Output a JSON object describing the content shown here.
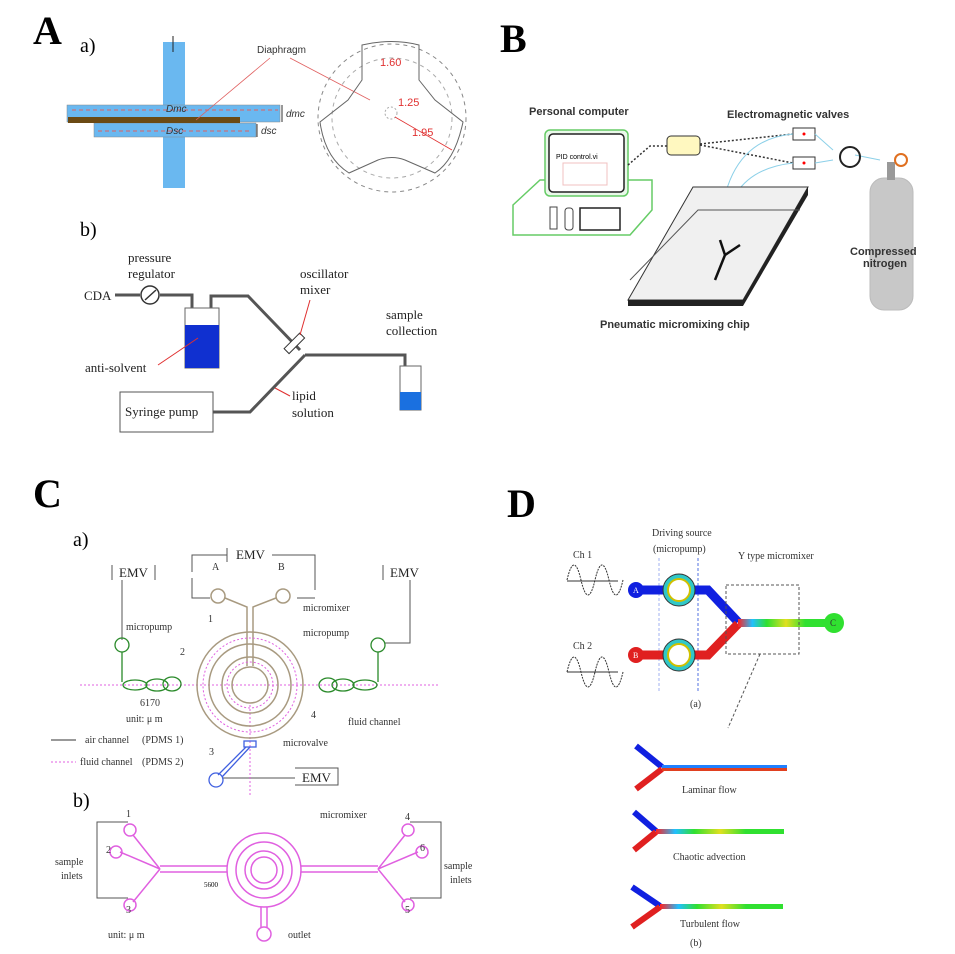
{
  "panelA": {
    "letter": "A",
    "a": {
      "label": "a)",
      "diaphragm": "Diaphragm",
      "D_mc": "Dmc",
      "D_sc": "Dsc",
      "d_mc": "dmc",
      "d_sc": "dsc",
      "dim1": "1.60",
      "dim2": "1.25",
      "dim3": "1.95"
    },
    "b": {
      "label": "b)",
      "pressure": "pressure",
      "regulator": "regulator",
      "cda": "CDA",
      "oscillator": "oscillator",
      "mixer": "mixer",
      "sample": "sample",
      "collection": "collection",
      "anti_solvent": "anti-solvent",
      "syringe_pump": "Syringe pump",
      "lipid": "lipid",
      "solution": "solution"
    }
  },
  "panelB": {
    "letter": "B",
    "personal_computer": "Personal computer",
    "valves": "Electromagnetic valves",
    "pid": "PID control.vi",
    "compressed": "Compressed",
    "nitrogen": "nitrogen",
    "chip": "Pneumatic micromixing chip"
  },
  "panelC": {
    "letter": "C",
    "a": {
      "label": "a)",
      "emv": "EMV",
      "inlet_a": "A",
      "inlet_b": "B",
      "micropump": "micropump",
      "micromixer": "micromixer",
      "n1": "1",
      "n2": "2",
      "n3": "3",
      "n4": "4",
      "dim": "6170",
      "unit": "unit: μ m",
      "air_channel": "air channel",
      "pdms1": "(PDMS 1)",
      "fluid_channel_legend": "fluid channel",
      "pdms2": "(PDMS 2)",
      "fluid_channel": "fluid channel",
      "microvalve": "microvalve"
    },
    "b": {
      "label": "b)",
      "micromixer": "micromixer",
      "n1": "1",
      "n2": "2",
      "n3": "3",
      "n4": "4",
      "n5": "5",
      "n6": "6",
      "sample": "sample",
      "inlets": "inlets",
      "dim": "5600",
      "unit": "unit: μ m",
      "outlet": "outlet"
    }
  },
  "panelD": {
    "letter": "D",
    "driving": "Driving source",
    "micropump": "(micropump)",
    "ch1": "Ch 1",
    "ch2": "Ch 2",
    "ytype": "Y type micromixer",
    "A": "A",
    "B": "B",
    "C": "C",
    "sub_a": "(a)",
    "laminar": "Laminar flow",
    "chaotic": "Chaotic advection",
    "turbulent": "Turbulent flow",
    "sub_b": "(b)"
  },
  "colors": {
    "channel_blue": "#6ab8f0",
    "fluid_blue": "#1030d0",
    "pink": "#e060e0",
    "green": "#2a8a2a",
    "tan": "#a89a80",
    "red": "#e02020",
    "flow_green": "#30e030"
  }
}
